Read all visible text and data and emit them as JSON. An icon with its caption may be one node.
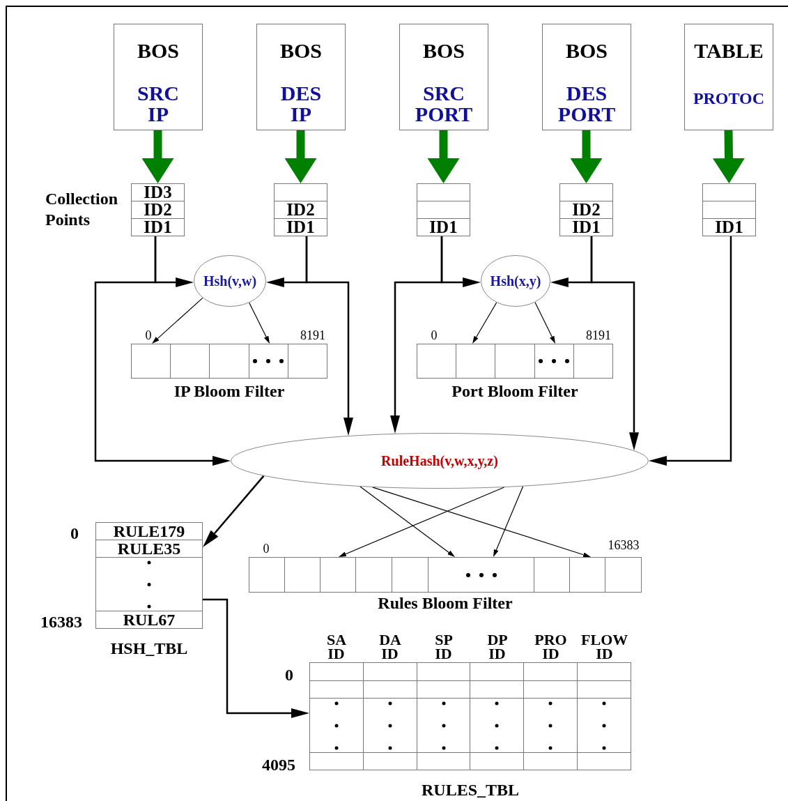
{
  "diagram": {
    "nodes": [
      {
        "text": [
          "BOS",
          "SRC IP"
        ]
      },
      {
        "text": [
          "BOS",
          "DES IP"
        ]
      },
      {
        "text": [
          "BOS",
          "SRC PORT"
        ]
      },
      {
        "text": [
          "BOS",
          "DES PORT"
        ]
      },
      {
        "text": [
          "TABLE",
          "PROTOC"
        ]
      },
      {
        "text": [
          "ID3",
          "ID2",
          "ID1"
        ],
        "beside": [
          "Collection Points"
        ]
      },
      {
        "text": [
          "ID2",
          "ID1"
        ]
      },
      {
        "text": [
          "ID1"
        ]
      },
      {
        "text": [
          "ID2",
          "ID1"
        ]
      },
      {
        "text": [
          "ID1"
        ]
      },
      {
        "text": [
          "Hsh(v,w)"
        ]
      },
      {
        "text": [
          "IP Bloom Filter"
        ]
      },
      {
        "text": [
          "Hsh(x,y)"
        ]
      },
      {
        "text": [
          "Port Bloom Filter"
        ]
      },
      {
        "text": [
          "RuleHash(v,w,x,y,z)"
        ]
      },
      {
        "text": [
          "RULE179",
          "RULE35",
          "RUL67",
          "HSH_TBL"
        ]
      },
      {
        "text": [
          "Rules Bloom Filter"
        ]
      },
      {
        "text": [
          "SA ID",
          "DA ID",
          "SP ID",
          "DP ID",
          "PRO ID",
          "FLOW ID",
          "RULES_TBL"
        ]
      }
    ],
    "edges": [
      {
        "from": 0,
        "to": 5,
        "arrow": "to",
        "style": "thick",
        "color": "#008000"
      },
      {
        "from": 1,
        "to": 6,
        "arrow": "to",
        "style": "thick",
        "color": "#008000"
      },
      {
        "from": 2,
        "to": 7,
        "arrow": "to",
        "style": "thick",
        "color": "#008000"
      },
      {
        "from": 3,
        "to": 8,
        "arrow": "to",
        "style": "thick",
        "color": "#008000"
      },
      {
        "from": 4,
        "to": 9,
        "arrow": "to",
        "style": "thick",
        "color": "#008000"
      },
      {
        "from": 5,
        "to": 10,
        "arrow": "to"
      },
      {
        "from": 5,
        "to": 14,
        "arrow": "to"
      },
      {
        "from": 6,
        "to": 10,
        "arrow": "to"
      },
      {
        "from": 6,
        "to": 14,
        "arrow": "to"
      },
      {
        "from": 7,
        "to": 12,
        "arrow": "to"
      },
      {
        "from": 7,
        "to": 14,
        "arrow": "to"
      },
      {
        "from": 8,
        "to": 12,
        "arrow": "to"
      },
      {
        "from": 8,
        "to": 14,
        "arrow": "to"
      },
      {
        "from": 9,
        "to": 14,
        "arrow": "to"
      },
      {
        "from": 10,
        "to": 11,
        "arrow": "to"
      },
      {
        "from": 10,
        "to": 11,
        "arrow": "to"
      },
      {
        "from": 12,
        "to": 13,
        "arrow": "to"
      },
      {
        "from": 12,
        "to": 13,
        "arrow": "to"
      },
      {
        "from": 14,
        "to": 15,
        "arrow": "to"
      },
      {
        "from": 14,
        "to": 16,
        "arrow": "to"
      },
      {
        "from": 14,
        "to": 16,
        "arrow": "to"
      },
      {
        "from": 14,
        "to": 16,
        "arrow": "to"
      },
      {
        "from": 14,
        "to": 16,
        "arrow": "to"
      },
      {
        "from": 15,
        "to": 17,
        "arrow": "to"
      }
    ],
    "labels": [
      "0",
      "8191",
      "0",
      "8191",
      "0",
      "0",
      "16383",
      "16383",
      "0",
      "4095"
    ]
  }
}
